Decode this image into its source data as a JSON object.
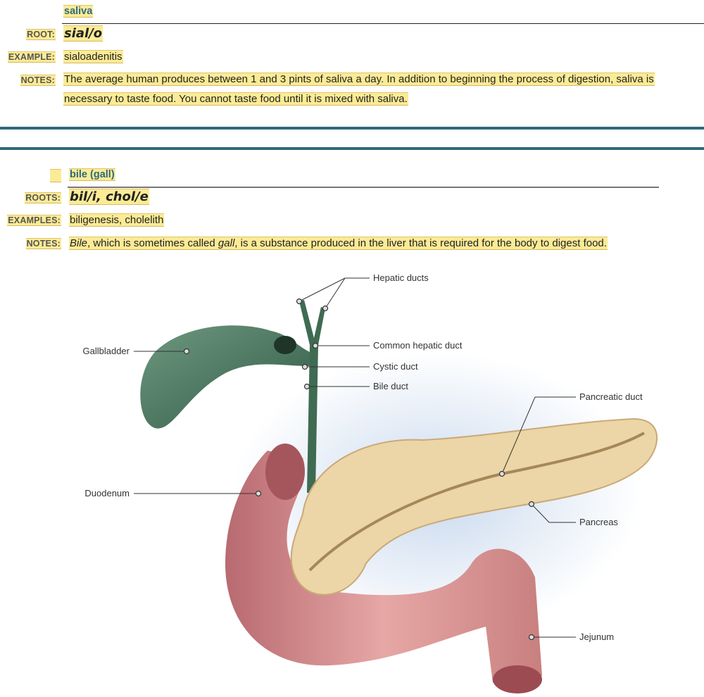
{
  "entry1": {
    "term": "saliva",
    "root_label": "ROOT:",
    "root": "sial/o",
    "example_label": "EXAMPLE:",
    "example": "sialoadenitis",
    "notes_label": "NOTES:",
    "notes_line1": "The average human produces between 1 and 3 pints of saliva a day. In addition to beginning the process of digestion, saliva is",
    "notes_line2": "necessary to taste food. You cannot taste food until it is mixed with saliva."
  },
  "entry2": {
    "term": "bile (gall)",
    "roots_label": "ROOTS:",
    "roots": "bil/i, chol/e",
    "examples_label": "EXAMPLES:",
    "examples": "biligenesis, cholelith",
    "notes_label": "NOTES:",
    "notes_em1": "Bile",
    "notes_mid": ", which is sometimes called ",
    "notes_em2": "gall",
    "notes_end": ", is a substance produced in the liver that is required for the body to digest food."
  },
  "figure": {
    "labels": {
      "hepatic_ducts": "Hepatic ducts",
      "gallbladder": "Gallbladder",
      "common_hepatic_duct": "Common hepatic duct",
      "cystic_duct": "Cystic duct",
      "bile_duct": "Bile duct",
      "pancreatic_duct": "Pancreatic duct",
      "duodenum": "Duodenum",
      "pancreas": "Pancreas",
      "jejunum": "Jejunum"
    }
  },
  "colors": {
    "accent": "#2e6b78",
    "highlight": "#fbeb95",
    "term": "#2b6b80"
  }
}
